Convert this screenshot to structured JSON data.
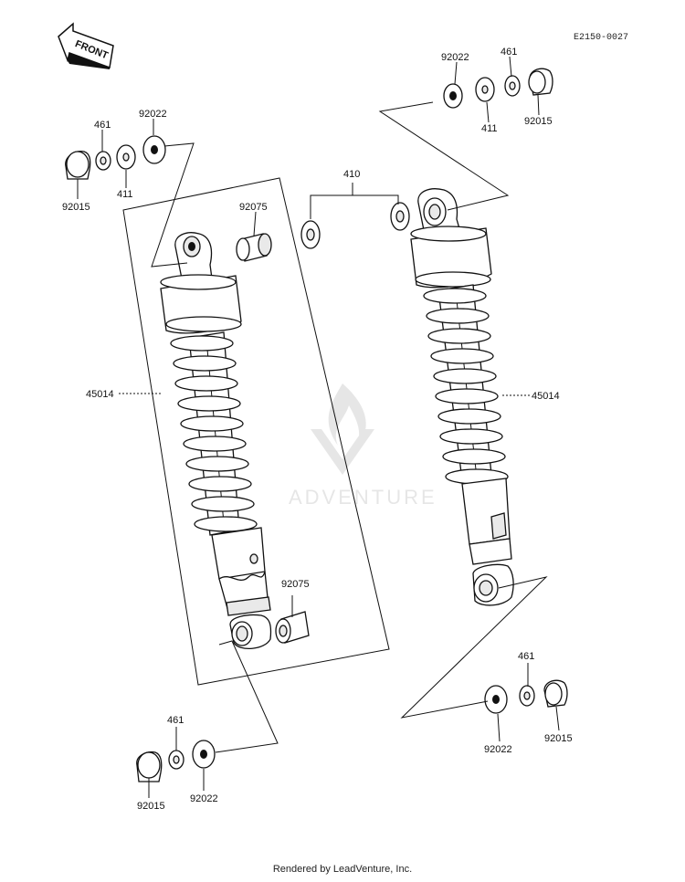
{
  "diagram": {
    "reference_code": "E2150-0027",
    "front_arrow_label": "FRONT",
    "watermark_text": "ADVENTURE",
    "footer_text": "Rendered by LeadVenture, Inc.",
    "part_labels": {
      "tl_92022": "92022",
      "tl_461": "461",
      "tl_411": "411",
      "tl_92015": "92015",
      "tr_92022": "92022",
      "tr_461": "461",
      "tr_411": "411",
      "tr_92015": "92015",
      "mid_410": "410",
      "upper_92075": "92075",
      "lower_92075": "92075",
      "left_45014": "45014",
      "right_45014": "45014",
      "bl_461": "461",
      "bl_92015": "92015",
      "bl_92022": "92022",
      "br_461": "461",
      "br_92022": "92022",
      "br_92015": "92015"
    }
  }
}
